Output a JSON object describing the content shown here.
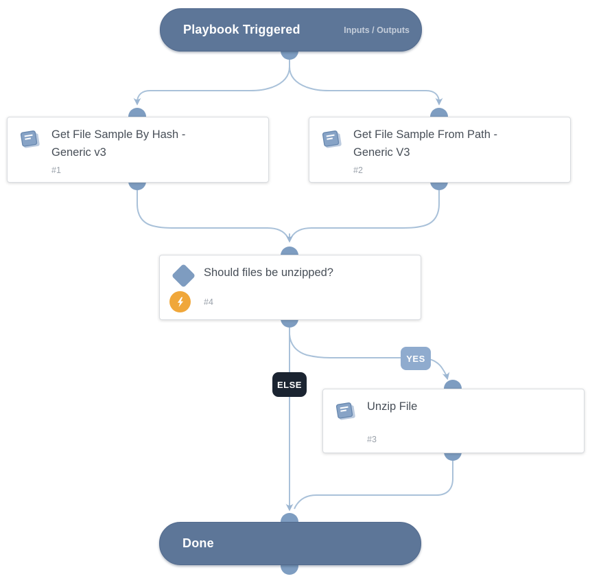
{
  "nodes": {
    "start": {
      "title": "Playbook Triggered",
      "io_link": "Inputs / Outputs"
    },
    "task_by_hash": {
      "title": "Get File Sample By Hash - Generic v3",
      "id": "#1"
    },
    "task_from_path": {
      "title": "Get File Sample From Path - Generic V3",
      "id": "#2"
    },
    "condition": {
      "title": "Should files be unzipped?",
      "id": "#4"
    },
    "unzip": {
      "title": "Unzip File",
      "id": "#3"
    },
    "done": {
      "title": "Done"
    }
  },
  "branch_labels": {
    "yes": "YES",
    "else": "ELSE"
  },
  "icons": {
    "task": "book-icon",
    "condition": "diamond-icon",
    "automation": "lightning-icon"
  },
  "colors": {
    "pill": "#5d7698",
    "connector_node": "#7e9dc1",
    "wire": "#a9c1d9",
    "yes_badge": "#8fabce",
    "else_badge": "#1b2431",
    "automation_badge": "#f0a73a"
  }
}
